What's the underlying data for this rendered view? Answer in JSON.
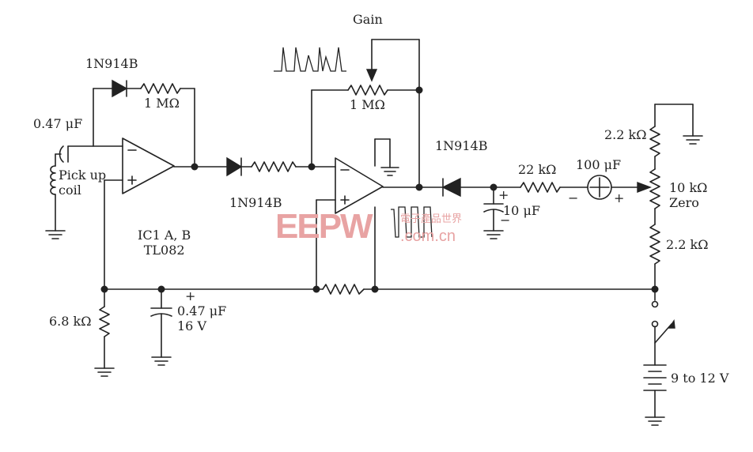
{
  "labels": {
    "gain": "Gain",
    "diode_d1": "1N914B",
    "res_1meg_a": "1 MΩ",
    "cap_047_input": "0.47 μF",
    "pickup_coil": "Pick up\ncoil",
    "ic": "IC1 A, B\nTL082",
    "diode_d2": "1N914B",
    "res_1meg_gain": "1 MΩ",
    "diode_d3": "1N914B",
    "res_22k": "22 kΩ",
    "meter_100uf": "100 μF",
    "cap_10uf": "10 μF",
    "res_2k2_top": "2.2 kΩ",
    "pot_10k": "10 kΩ\nZero",
    "res_2k2_bottom": "2.2 kΩ",
    "res_6k8": "6.8 kΩ",
    "cap_047_bias": "0.47 μF\n16 V",
    "battery": "9 to 12 V"
  },
  "watermark": {
    "logo": "EEPW",
    "url": ".com.cn",
    "chinese": "電子產品世界"
  },
  "colors": {
    "ink": "#222222",
    "watermark": "#e8a3a3"
  }
}
